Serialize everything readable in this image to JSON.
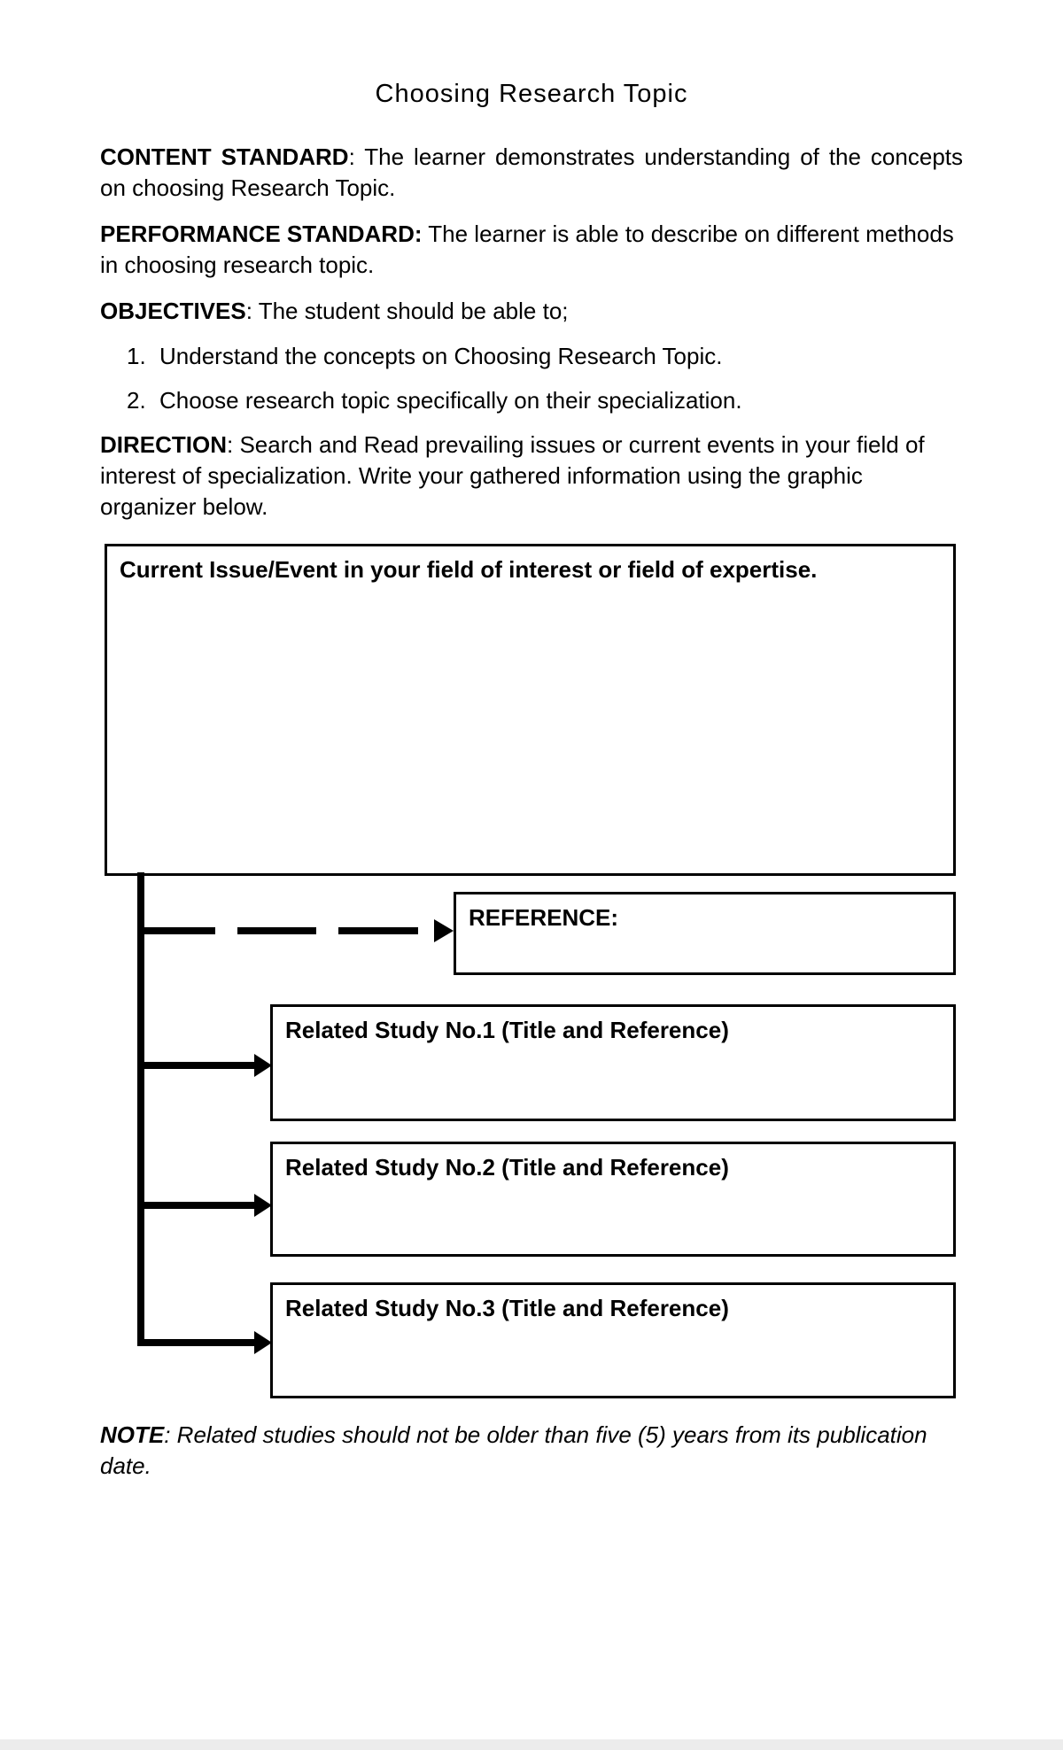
{
  "colors": {
    "ink": "#000000",
    "page_background": "#ffffff",
    "page_edge": "#ececec"
  },
  "page": {
    "title": "Choosing Research Topic"
  },
  "sections": {
    "content_standard": {
      "label": "CONTENT STANDARD",
      "body": ": The learner demonstrates understanding of the concepts on choosing Research Topic."
    },
    "performance_standard": {
      "label": "PERFORMANCE STANDARD:",
      "body": " The learner is able to describe on different methods in choosing research topic."
    },
    "objectives": {
      "label": "OBJECTIVES",
      "body": ": The student should be able to;",
      "items": [
        {
          "number": "1.",
          "text": "Understand the concepts on Choosing Research Topic."
        },
        {
          "number": "2.",
          "text": "Choose research topic specifically on their specialization."
        }
      ]
    },
    "direction": {
      "label": "DIRECTION",
      "body": ": Search and Read prevailing issues or current events in your field of interest of specialization. Write your gathered information using the graphic organizer below."
    }
  },
  "organizer": {
    "current_issue_label": "Current Issue/Event in your field of interest or field of expertise.",
    "reference_label": "REFERENCE:",
    "related_studies": [
      {
        "label": "Related Study No.1 (Title and Reference)"
      },
      {
        "label": "Related Study No.2 (Title and Reference)"
      },
      {
        "label": "Related Study No.3 (Title and Reference)"
      }
    ]
  },
  "note": {
    "label": "NOTE",
    "body": ": Related studies should not be older than five (5) years from its publication date."
  }
}
